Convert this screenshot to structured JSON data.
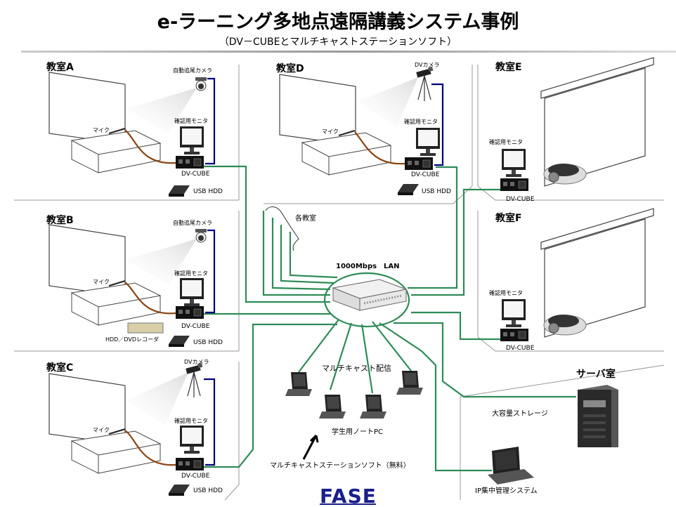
{
  "title": "e-ラーニング多地点遠隔講義システム事例",
  "subtitle": "（DV－CUBEとマルチキャストステーションソフト）",
  "colors": {
    "lan_line": "#2e8b57",
    "video_cable": "#000080",
    "mic_cable": "#8b4513",
    "wall_line": "#999999"
  },
  "rooms": [
    {
      "name": "教室A",
      "camera": "自動追尾カメラ",
      "monitor": "確認用モニタ",
      "mic": "マイク",
      "device": "DV-CUBE",
      "storage": "USB HDD"
    },
    {
      "name": "教室B",
      "camera": "自動追尾カメラ",
      "monitor": "確認用モニタ",
      "mic": "マイク",
      "device": "DV-CUBE",
      "storage": "USB HDD",
      "recorder": "HDD／DVDレコーダ"
    },
    {
      "name": "教室C",
      "camera": "DVカメラ",
      "monitor": "確認用モニタ",
      "mic": "マイク",
      "device": "DV-CUBE",
      "storage": "USB HDD"
    },
    {
      "name": "教室D",
      "camera": "DVカメラ",
      "monitor": "確認用モニタ",
      "mic": "マイク",
      "device": "DV-CUBE",
      "storage": "USB HDD"
    },
    {
      "name": "教室E",
      "monitor": "確認用モニタ",
      "device": "DV-CUBE"
    },
    {
      "name": "教室F",
      "monitor": "確認用モニタ",
      "device": "DV-CUBE"
    }
  ],
  "network": {
    "each_classroom": "各教室",
    "lan": "1000Mbps　LAN"
  },
  "clients": {
    "multicast": "マルチキャスト配信",
    "laptops": "学生用ノートPC",
    "software": "マルチキャストステーションソフト（無料）"
  },
  "server_room": {
    "title": "サーバ室",
    "storage": "大容量ストレージ",
    "ip_system": "IP集中管理システム"
  },
  "logo": "FASE"
}
